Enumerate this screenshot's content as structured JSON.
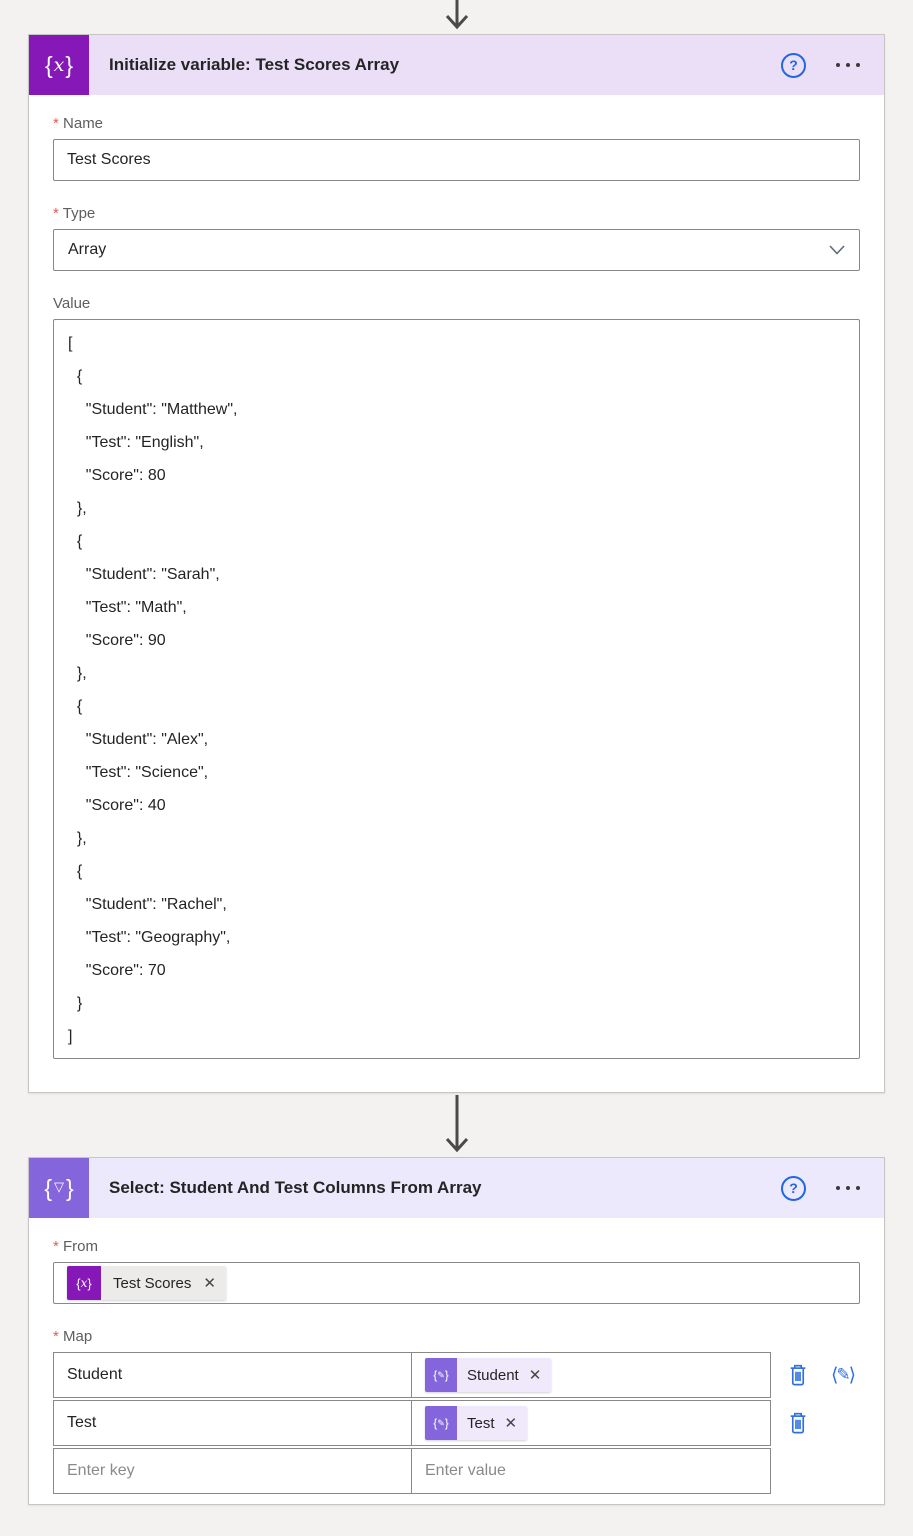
{
  "page": {
    "background": "#F3F2F1",
    "product": "Power Automate flow designer"
  },
  "colors": {
    "card1_icon_bg": "#8718B8",
    "card1_header_bg": "#EADFF7",
    "card2_icon_bg": "#8565DB",
    "card2_header_bg": "#ECE9FD",
    "accent_blue": "#2F6FE4",
    "help_blue": "#2266E3",
    "required_red": "#DD5E58"
  },
  "card1": {
    "title": "Initialize variable: Test Scores Array",
    "icon": "braces-variable-icon",
    "help_label": "?",
    "name_field": {
      "label": "Name",
      "required": true,
      "value": "Test Scores"
    },
    "type_field": {
      "label": "Type",
      "required": true,
      "value": "Array"
    },
    "value_field": {
      "label": "Value",
      "required": false,
      "value": "[\n  {\n    \"Student\": \"Matthew\",\n    \"Test\": \"English\",\n    \"Score\": 80\n  },\n  {\n    \"Student\": \"Sarah\",\n    \"Test\": \"Math\",\n    \"Score\": 90\n  },\n  {\n    \"Student\": \"Alex\",\n    \"Test\": \"Science\",\n    \"Score\": 40\n  },\n  {\n    \"Student\": \"Rachel\",\n    \"Test\": \"Geography\",\n    \"Score\": 70\n  }\n]"
    }
  },
  "card2": {
    "title": "Select: Student And Test Columns From Array",
    "icon": "braces-filter-icon",
    "help_label": "?",
    "from_field": {
      "label": "From",
      "required": true,
      "token": {
        "icon": "braces-variable-icon",
        "label": "Test Scores"
      }
    },
    "map_field": {
      "label": "Map",
      "required": true,
      "rows": [
        {
          "key": "Student",
          "value_token": "Student"
        },
        {
          "key": "Test",
          "value_token": "Test"
        }
      ],
      "new_row": {
        "key_placeholder": "Enter key",
        "value_placeholder": "Enter value"
      }
    }
  }
}
